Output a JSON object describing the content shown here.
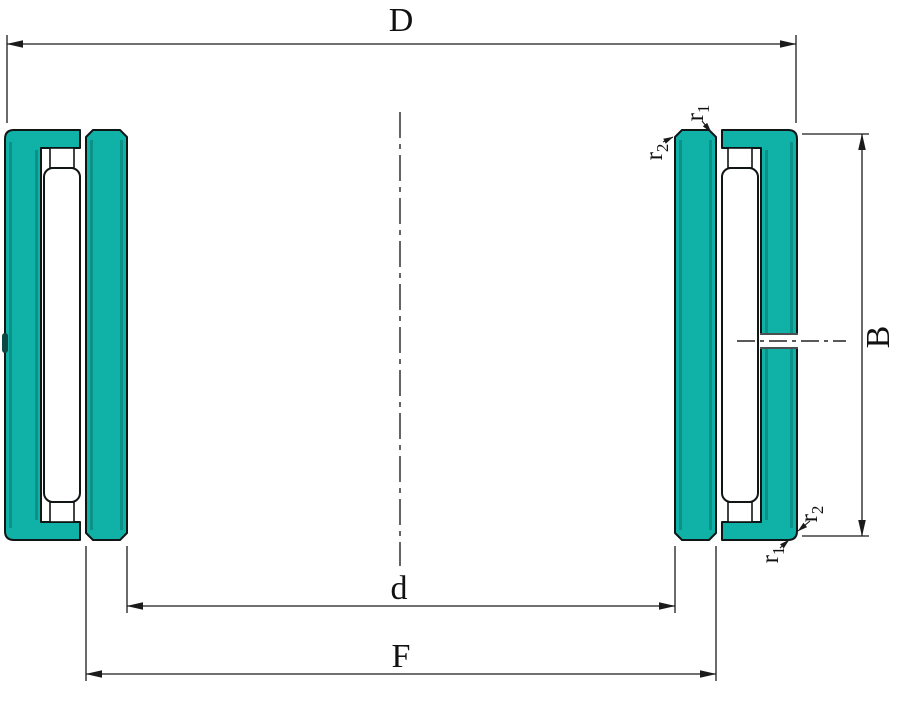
{
  "drawing": {
    "labels": {
      "D": "D",
      "d": "d",
      "F": "F",
      "B": "B",
      "r": "r",
      "sub1": "1",
      "sub2": "2"
    },
    "colors": {
      "ring_fill": "#10B1A6",
      "ring_shade": "#066A63",
      "outline": "#101515",
      "dimension_line": "#1B1B1B",
      "background": "#FFFFFF"
    }
  }
}
